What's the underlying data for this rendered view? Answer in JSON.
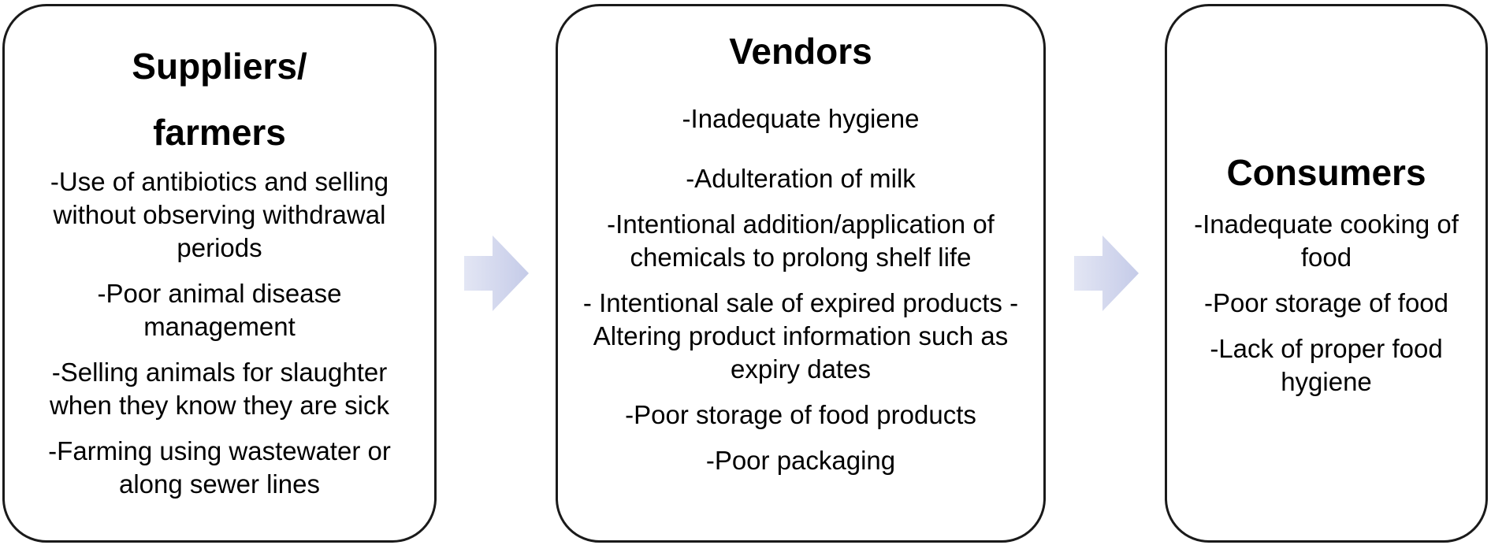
{
  "diagram": {
    "colors": {
      "border": "#1a1a1a",
      "arrow_fill_start": "#c5cbe8",
      "arrow_fill_end": "#e3e6f4"
    },
    "boxes": [
      {
        "title_line1": "Suppliers/",
        "title_line2": "farmers",
        "items": [
          "-Use of antibiotics and selling without observing withdrawal periods",
          "-Poor animal disease management",
          "-Selling animals for slaughter when they know they are sick",
          "-Farming using wastewater or along sewer lines"
        ]
      },
      {
        "title": "Vendors",
        "items": [
          "-Inadequate hygiene",
          "-Adulteration of milk",
          "-Intentional addition/application of chemicals to prolong shelf life",
          "- Intentional sale of  expired products                           -Altering product information such as expiry dates",
          "-Poor storage of food products",
          "-Poor packaging"
        ]
      },
      {
        "title": "Consumers",
        "items": [
          "-Inadequate cooking of food",
          "-Poor storage of food",
          "-Lack of proper food hygiene"
        ]
      }
    ],
    "arrows": [
      {
        "icon": "right-arrow-icon"
      },
      {
        "icon": "right-arrow-icon"
      }
    ]
  }
}
